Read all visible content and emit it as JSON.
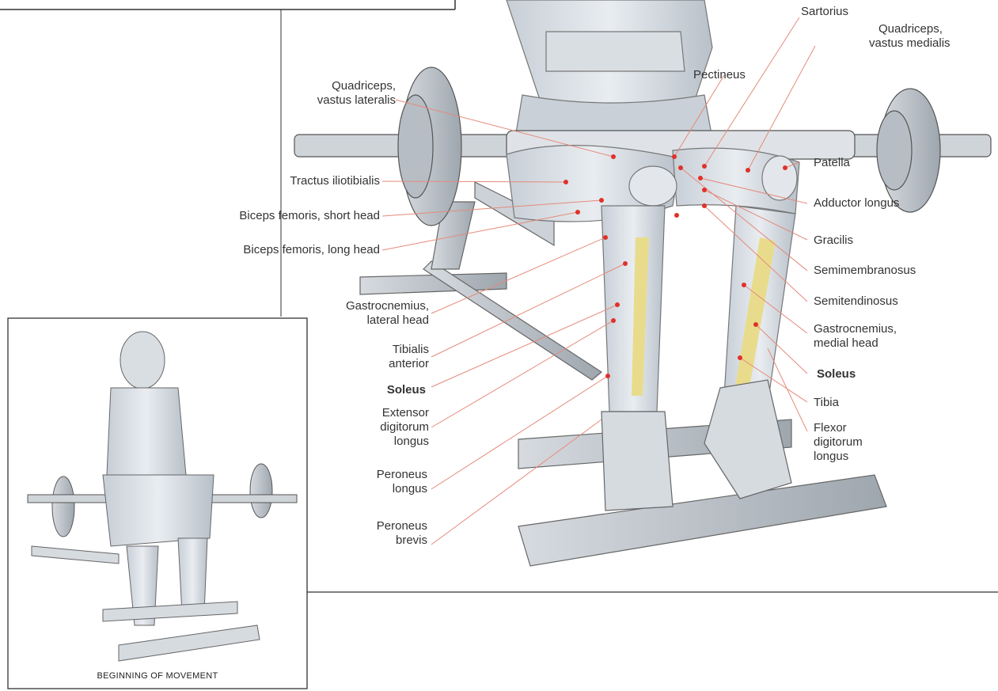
{
  "labels_right": {
    "sartorius": "Sartorius",
    "quad_medialis_1": "Quadriceps,",
    "quad_medialis_2": "vastus medialis",
    "patella": "Patella",
    "adductor_longus": "Adductor longus",
    "gracilis": "Gracilis",
    "semimembranosus": "Semimembranosus",
    "semitendinosus": "Semitendinosus",
    "gastroc_medial_1": "Gastrocnemius,",
    "gastroc_medial_2": "medial head",
    "soleus": "Soleus",
    "tibia": "Tibia",
    "flexor_1": "Flexor",
    "flexor_2": "digitorum",
    "flexor_3": "longus"
  },
  "labels_left": {
    "pectineus": "Pectineus",
    "quad_lateralis_1": "Quadriceps,",
    "quad_lateralis_2": "vastus lateralis",
    "tractus": "Tractus iliotibialis",
    "biceps_short": "Biceps femoris, short head",
    "biceps_long": "Biceps femoris, long head",
    "gastroc_lateral_1": "Gastrocnemius,",
    "gastroc_lateral_2": "lateral head",
    "tibialis_1": "Tibialis",
    "tibialis_2": "anterior",
    "soleus": "Soleus",
    "extensor_1": "Extensor",
    "extensor_2": "digitorum",
    "extensor_3": "longus",
    "peroneus_longus_1": "Peroneus",
    "peroneus_longus_2": "longus",
    "peroneus_brevis_1": "Peroneus",
    "peroneus_brevis_2": "brevis"
  },
  "inset": {
    "caption": "BEGINNING OF MOVEMENT"
  },
  "colors": {
    "leader_line": "#e58a7a",
    "muscle_dot": "#e0312a",
    "tendon_yellow": "#e8dc8c"
  }
}
